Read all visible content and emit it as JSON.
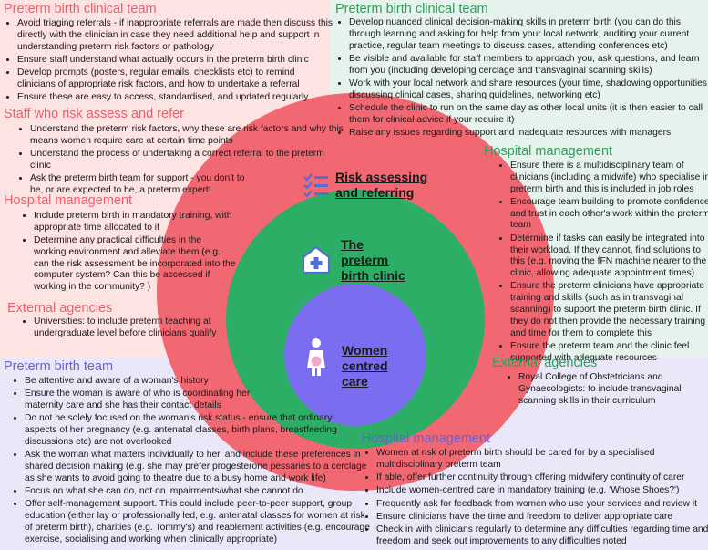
{
  "colors": {
    "red": "#f16873",
    "green": "#2cae66",
    "purple": "#7a6df0",
    "icon_blue": "#4f6fd6"
  },
  "quadrants": {
    "top_left": {
      "heading1": "Preterm birth clinical team",
      "items1": [
        "Avoid triaging referrals - if inappropriate referrals are made then discuss this directly with the clinician in case they need additional help and support in understanding preterm risk factors or pathology",
        "Ensure staff understand what actually occurs in the preterm birth clinic",
        "Develop prompts (posters, regular emails, checklists etc) to remind clinicians of appropriate risk factors, and how to undertake a referral",
        "Ensure these are easy to access, standardised, and updated regularly"
      ],
      "heading2": "Staff who risk assess and refer",
      "items2": [
        "Understand the preterm risk factors, why these are risk factors and why this means women require care at certain time points",
        "Understand the process of undertaking a correct referral to the preterm clinic",
        "Ask the preterm birth team for support - you don't to be, or are expected to be, a preterm expert!"
      ],
      "heading3": "Hospital management",
      "items3": [
        "Include preterm birth in mandatory training, with appropriate time allocated to it",
        "Determine any practical difficulties in the working environment and alleviate them (e.g. can the risk assessment be incorporated into the computer system? Can this be accessed if working in the community? )"
      ],
      "heading4": "External agencies",
      "items4": [
        "Universities: to include preterm teaching at undergraduate level before clinicians qualify"
      ]
    },
    "top_right": {
      "heading1": "Preterm birth clinical team",
      "items1": [
        "Develop nuanced clinical decision-making skills in preterm birth (you can do this through learning and asking for help from your local network, auditing your current practice, regular team meetings to discuss cases, attending conferences etc)",
        "Be visible and available for staff members to approach you, ask questions, and learn from you (including developing cerclage and transvaginal scanning skills)",
        "Work with your local network and share resources (your time, shadowing opportunities, discussing clinical cases, sharing guidelines, networking etc)",
        "Schedule the clinic to run on the same day as other local units (it is then easier to call them for clinical advice if your require it)",
        "Raise any issues regarding support and inadequate resources with managers"
      ],
      "heading2": "Hospital management",
      "items2": [
        "Ensure there is a multidisciplinary team of clinicians (including a midwife) who specialise in preterm birth and this is included in job roles",
        "Encourage team building to promote confidence and trust in each other's work within the preterm team",
        "Determine if tasks can easily be integrated into their workload. If they cannot, find solutions to this (e.g. moving the fFN machine nearer to the clinic, allowing adequate appointment times)",
        "Ensure the preterm clinicians have appropriate training and skills (such as in transvaginal scanning) to support the preterm birth clinic. If they do not then provide the necessary training and time for them to complete this",
        "Ensure the preterm team and the clinic feel supported with adequate resources"
      ],
      "heading3": "External agencies",
      "items3": [
        "Royal College of Obstetricians and Gynaecologists: to include transvaginal scanning skills in their curriculum"
      ]
    },
    "bottom": {
      "heading1": "Preterm birth team",
      "items1": [
        "Be attentive and aware of a woman's history",
        "Ensure the woman is aware of who is coordinating her maternity care and she has their contact details",
        "Do not be solely focused on the woman's risk status - ensure that ordinary aspects of her pregnancy (e.g. antenatal classes, birth plans, breastfeeding discussions etc) are not overlooked",
        "Ask the woman what matters individually to her, and include these preferences in shared decision making (e.g. she may prefer progesterone pessaries to a cerclage as she wants to avoid going to theatre due to a busy home and work life)",
        "Focus on what she can do, not on impairments/what she cannot do",
        "Offer self-management support. This could include peer-to-peer support, group education (either lay or professionally led, e.g. antenatal classes for women at risk of preterm birth), charities (e.g. Tommy's) and reablement activities (e.g. encourage exercise, socialising and working when clinically appropriate)"
      ],
      "heading2": "Hospital management",
      "items2": [
        "Women at risk of preterm birth should be cared for by a specialised multidisciplinary preterm team",
        "If able, offer further continuity through offering midwifery continuity of carer",
        "Include women-centred care in mandatory training (e.g. 'Whose Shoes?')",
        "Frequently ask for feedback from women who use your services and review it",
        "Ensure clinicians have the time and freedom to deliver appropriate care",
        "Check in with clinicians regularly to determine any difficulties regarding time and freedom and seek out improvements to any difficulties noted"
      ]
    }
  },
  "rings": {
    "outer": {
      "label_line1": "Risk assessing",
      "label_line2": "and referring",
      "icon": "checklist-icon"
    },
    "middle": {
      "label_line1": "The",
      "label_line2": "preterm",
      "label_line3": "birth clinic",
      "icon": "hospital-icon"
    },
    "inner": {
      "label_line1": "Women",
      "label_line2": "centred",
      "label_line3": "care",
      "icon": "pregnant-woman-icon"
    }
  }
}
